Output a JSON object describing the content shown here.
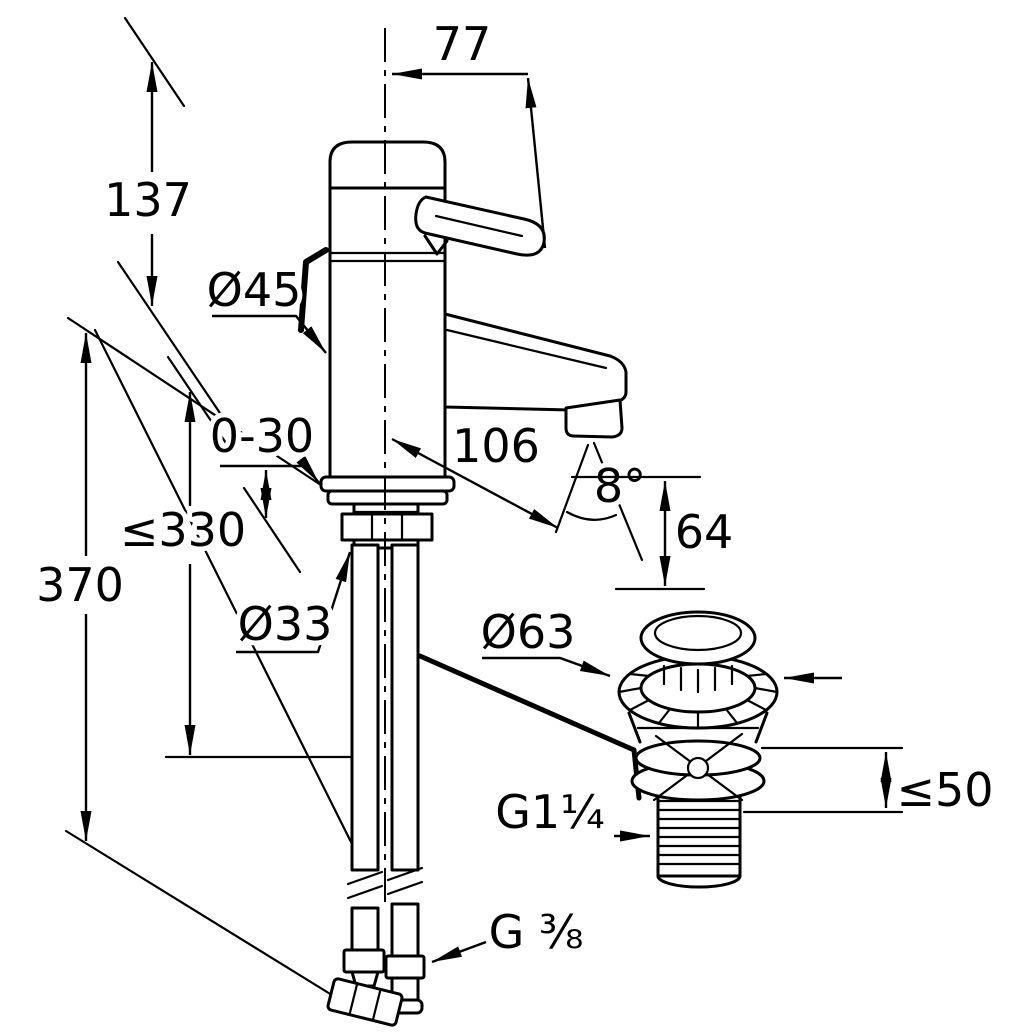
{
  "drawing": {
    "background": "#ffffff",
    "line_color": "#000000",
    "labels": {
      "handle_projection": "77",
      "height_above_deck": "137",
      "body_diameter": "Ø45",
      "deck_thickness_range": "0-30",
      "hose_depth_max": "≤330",
      "total_depth": "370",
      "spout_projection": "106",
      "spout_angle": "8°",
      "outlet_height": "64",
      "hole_diameter": "Ø33",
      "waste_flange_diameter": "Ø63",
      "basin_thickness_max": "≤50",
      "waste_thread": "G1¼",
      "supply_thread": "G ⅜"
    }
  }
}
